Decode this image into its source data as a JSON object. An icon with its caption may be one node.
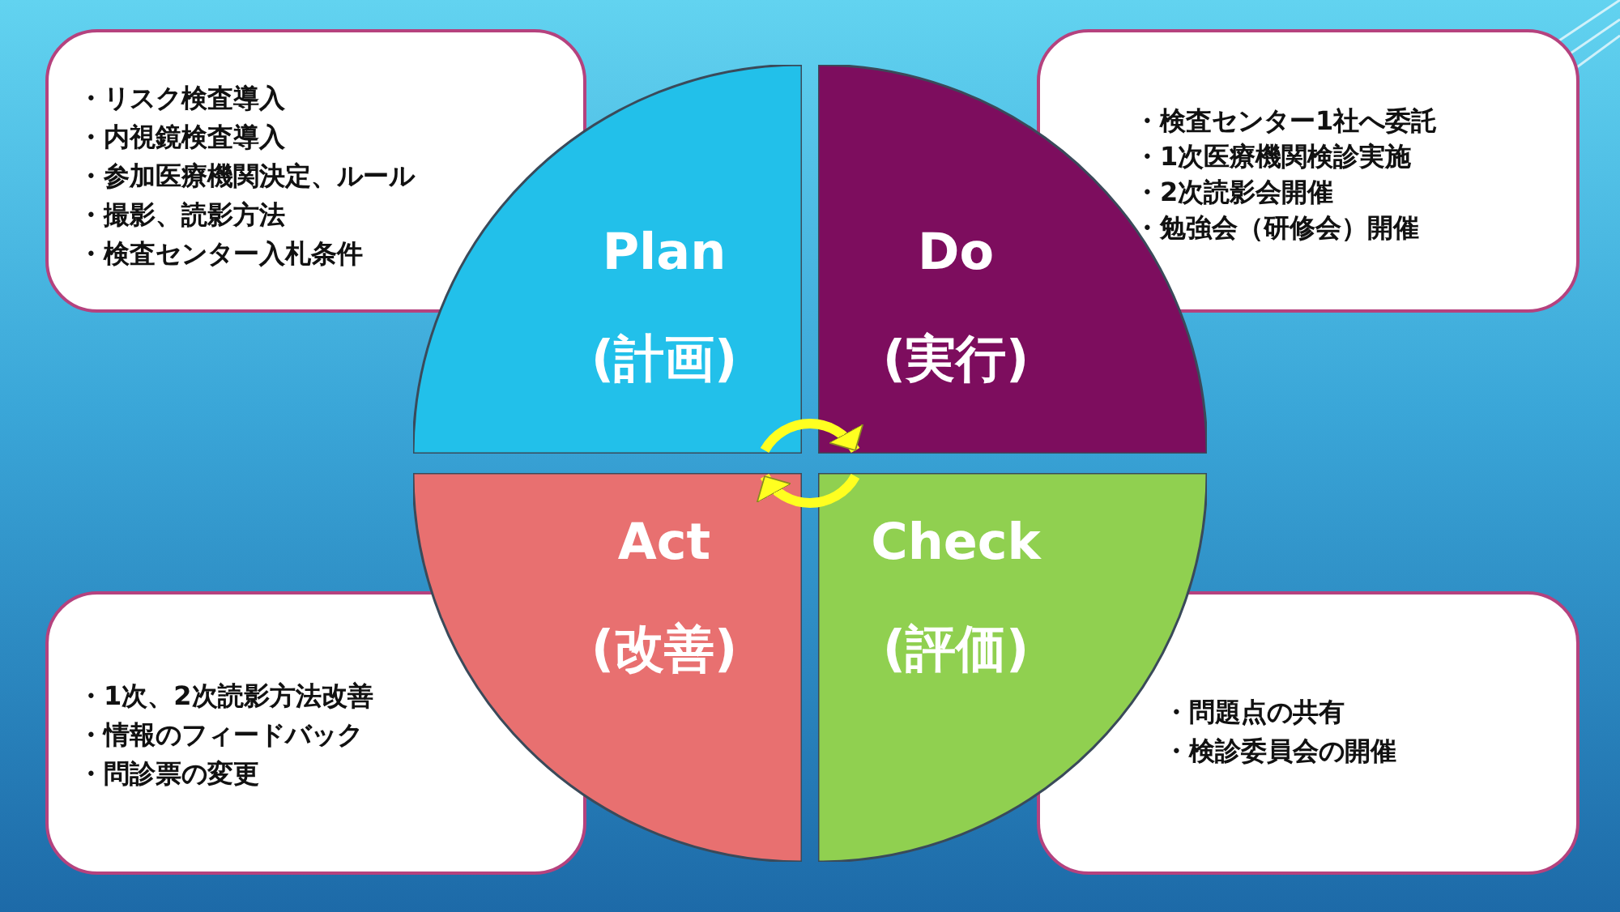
{
  "diagram": {
    "nodes": [
      {
        "text": [
          "・リスク検査導入",
          "・内視鏡検査導入",
          "・参加医療機関決定、ルール",
          "・撮影、読影方法",
          "・検査センター入札条件"
        ]
      },
      {
        "text": [
          "Plan",
          "(計画)"
        ]
      },
      {
        "text": [
          "Do",
          "(実行)"
        ]
      },
      {
        "text": [
          "・検査センター1社へ委託",
          "・1次医療機関検診実施",
          "・2次読影会開催",
          "・勉強会（研修会）開催"
        ]
      },
      {
        "text": [
          "・1次、2次読影方法改善",
          "・情報のフィードバック",
          "・問診票の変更"
        ]
      },
      {
        "text": [
          "Act",
          "(改善)"
        ]
      },
      {
        "text": [
          "Check",
          "(評価)"
        ]
      },
      {
        "text": [
          "・問題点の共有",
          "・検診委員会の開催"
        ]
      }
    ],
    "edges": [
      {
        "from": 1,
        "to": 2,
        "arrow": "to"
      },
      {
        "from": 6,
        "to": 5,
        "arrow": "to"
      }
    ]
  }
}
